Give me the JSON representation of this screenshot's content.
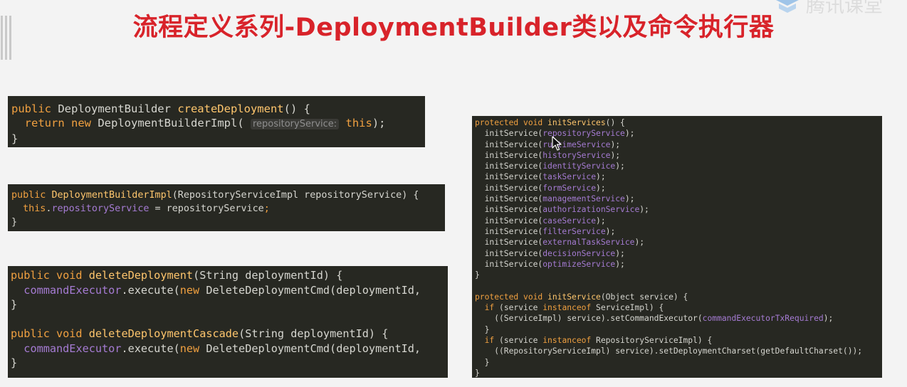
{
  "slide": {
    "title": "流程定义系列-DeploymentBuilder类以及命令执行器",
    "watermark": "腾讯课堂"
  },
  "code_create": {
    "l1_public": "public",
    "l1_type": " DeploymentBuilder ",
    "l1_method": "createDeployment",
    "l1_rest": "() {",
    "l2_indent": "  ",
    "l2_return": "return",
    "l2_sp": " ",
    "l2_new": "new",
    "l2_cls": " DeploymentBuilderImpl( ",
    "l2_hint": "repositoryService:",
    "l2_sp2": " ",
    "l2_this": "this",
    "l2_end": ");",
    "l3": "}"
  },
  "code_ctor": {
    "l1_public": "public",
    "l1_sp": " ",
    "l1_method": "DeploymentBuilderImpl",
    "l1_rest": "(RepositoryServiceImpl repositoryService) {",
    "l2_indent": "  ",
    "l2_this": "this",
    "l2_dot": ".",
    "l2_field": "repositoryService",
    "l2_rest": " = repositoryService",
    "l2_semi": ";",
    "l3": "}"
  },
  "code_delete": {
    "l1_kw": "public void",
    "l1_sp": " ",
    "l1_method": "deleteDeployment",
    "l1_rest": "(String deploymentId) {",
    "l2_indent": "  ",
    "l2_field": "commandExecutor",
    "l2_mid": ".execute(",
    "l2_new": "new",
    "l2_rest": " DeleteDeploymentCmd(deploymentId,",
    "l3": "}",
    "l5_kw": "public void",
    "l5_sp": " ",
    "l5_method": "deleteDeploymentCascade",
    "l5_rest": "(String deploymentId) {",
    "l6_indent": "  ",
    "l6_field": "commandExecutor",
    "l6_mid": ".execute(",
    "l6_new": "new",
    "l6_rest": " DeleteDeploymentCmd(deploymentId,",
    "l7": "}"
  },
  "code_init": {
    "head_kw": "protected void",
    "head_sp": " ",
    "head_method": "initServices",
    "head_rest": "() {",
    "call_prefix": "  initService(",
    "call_suffix": ");",
    "services": [
      "repositoryService",
      "runtimeService",
      "historyService",
      "identityService",
      "taskService",
      "formService",
      "managementService",
      "authorizationService",
      "caseService",
      "filterService",
      "externalTaskService",
      "decisionService",
      "optimizeService"
    ],
    "close1": "}",
    "m2_kw": "protected void",
    "m2_sp": " ",
    "m2_method": "initService",
    "m2_rest": "(Object service) {",
    "if1_a": "  ",
    "if1_if": "if",
    "if1_b": " (service ",
    "if1_inst": "instanceof",
    "if1_c": " ServiceImpl) {",
    "stmt1_a": "    ((ServiceImpl) service).setCommandExecutor(",
    "stmt1_field": "commandExecutorTxRequired",
    "stmt1_b": ");",
    "close_if1": "  }",
    "if2_a": "  ",
    "if2_if": "if",
    "if2_b": " (service ",
    "if2_inst": "instanceof",
    "if2_c": " RepositoryServiceImpl) {",
    "stmt2": "    ((RepositoryServiceImpl) service).setDeploymentCharset(getDefaultCharset());",
    "close_if2": "  }",
    "close2": "}"
  },
  "colors": {
    "title": "#d8232a",
    "code_bg": "#272822",
    "keyword": "#f0a040",
    "method": "#ffc66d",
    "field": "#a57bd3"
  },
  "icons": [
    "mouse-cursor-icon",
    "tencent-classroom-logo-icon"
  ]
}
